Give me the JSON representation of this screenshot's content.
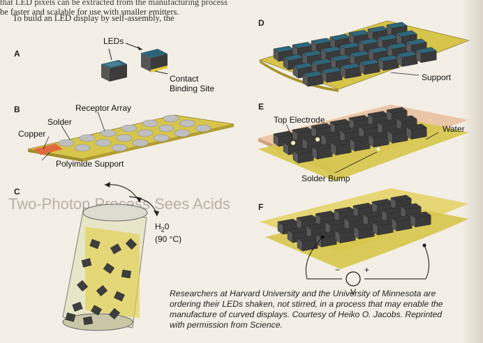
{
  "article_text": {
    "line1": "that LED pixels can be extracted from the manufacturing process",
    "line2": "be faster and scalable for use with smaller emitters.",
    "line3": "To build an LED display by self-assembly, the"
  },
  "background_heading": "Two-Photon Process Sees Acids",
  "panels": {
    "A": {
      "letter": "A",
      "labels": {
        "leds": "LEDs",
        "contact": "Contact",
        "binding": "Binding Site"
      }
    },
    "B": {
      "letter": "B",
      "labels": {
        "receptor": "Receptor Array",
        "solder": "Solder",
        "copper": "Copper",
        "support": "Polyimide Support"
      }
    },
    "C": {
      "letter": "C",
      "labels": {
        "water": "H",
        "water_sub": "2",
        "water_o": "0",
        "temp": "(90 °C)"
      }
    },
    "D": {
      "letter": "D",
      "labels": {
        "support": "Support"
      }
    },
    "E": {
      "letter": "E",
      "labels": {
        "top_electrode": "Top Electrode",
        "water": "Water",
        "solder_bump": "Solder Bump"
      }
    },
    "F": {
      "letter": "F",
      "labels": {
        "voltage_minus": "−",
        "voltage_plus": "+",
        "voltage_v": "V"
      }
    }
  },
  "caption": {
    "line1": "Researchers at Harvard University and the University of Minnesota are",
    "line2": "ordering their LEDs shaken, not stirred, in a process that may enable the",
    "line3": "manufacture of curved displays. Courtesy of Heiko O. Jacobs. Reprinted",
    "line4": "with permission from Science."
  },
  "colors": {
    "paper": "#f3efe6",
    "support_yellow": "#d8c74a",
    "led_top": "#2b5e73",
    "led_side": "#3c3c3c",
    "copper": "#e0663a",
    "electrode_pink": "#e8b08a",
    "bump_red": "#c8473a"
  }
}
